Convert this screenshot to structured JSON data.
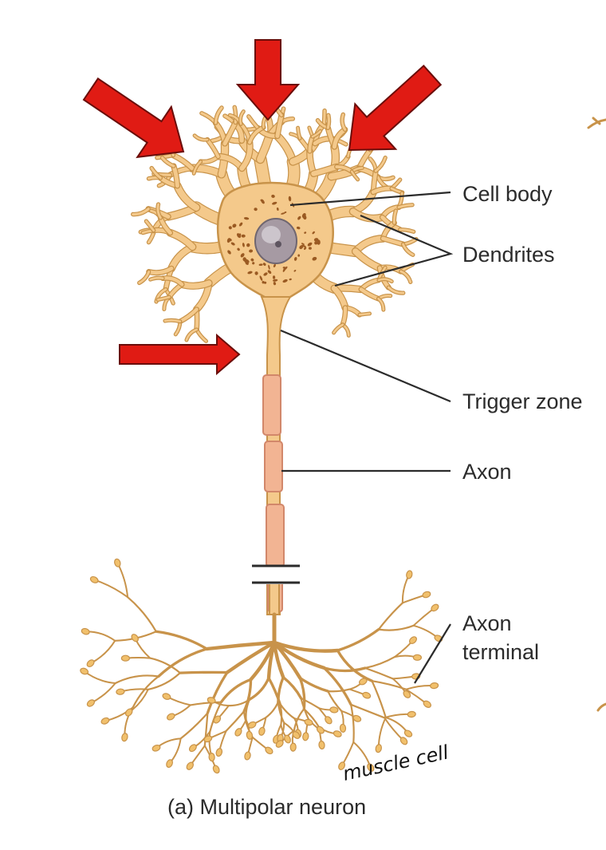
{
  "labels": {
    "cell_body": "Cell body",
    "dendrites": "Dendrites",
    "trigger_zone": "Trigger zone",
    "axon": "Axon",
    "axon_terminal_line1": "Axon",
    "axon_terminal_line2": "terminal"
  },
  "caption": "(a) Multipolar neuron",
  "handwritten_note": "muscle cell",
  "colors": {
    "arrow": "#e01b14",
    "arrow_outline": "#6a0d0a",
    "neuron_fill": "#f4c98b",
    "neuron_outline": "#c8934a",
    "myelin": "#f2b493",
    "myelin_outline": "#d2876a",
    "nucleus": "#a69aa3",
    "leader_line": "#2b2b2b"
  },
  "arrows": [
    {
      "name": "arrow-top-left",
      "direction": "down-right"
    },
    {
      "name": "arrow-top",
      "direction": "down"
    },
    {
      "name": "arrow-top-right",
      "direction": "down-left"
    },
    {
      "name": "arrow-left",
      "direction": "right"
    }
  ]
}
